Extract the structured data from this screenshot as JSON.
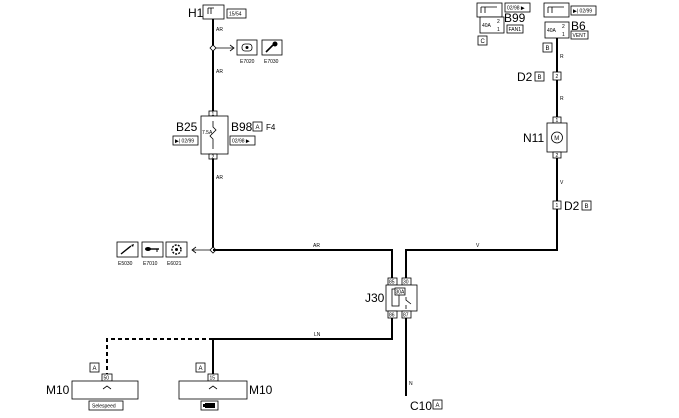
{
  "components": {
    "h1": {
      "name": "H1",
      "pin": "15/54"
    },
    "b99": {
      "name": "B99",
      "note": "02/98 ▶",
      "fuse": "40A",
      "sub": "FAN1",
      "tag": "C",
      "pin_top": "2",
      "pin_bot": "1"
    },
    "b6": {
      "name": "B6",
      "note": "▶| 02/99",
      "fuse": "40A",
      "sub": "VENT",
      "tag": "B",
      "pin_top": "2",
      "pin_bot": "1"
    },
    "d2_top": {
      "name": "D2",
      "tag": "B",
      "pin": "2"
    },
    "n11": {
      "name": "N11",
      "pin_top": "1",
      "pin_bot": "2",
      "symbol": "M"
    },
    "d2_bot": {
      "name": "D2",
      "tag": "B",
      "pin": "1"
    },
    "b25": {
      "name": "B25",
      "note": "▶| 02/99"
    },
    "b98": {
      "name": "B98",
      "tag": "A",
      "extra": "F4",
      "note": "02/98 ▶",
      "rating": "7.5A",
      "pin_top": "1",
      "pin_bot": "2"
    },
    "j30": {
      "name": "J30",
      "pins": {
        "p85": "85",
        "p30": "30",
        "p86": "86",
        "p87": "87"
      },
      "rating": "30A"
    },
    "c10": {
      "name": "C10",
      "tag": "A"
    },
    "m10_left": {
      "name": "M10",
      "tag": "A",
      "pin": "50",
      "caption": "Selespeed"
    },
    "m10_right": {
      "name": "M10",
      "tag": "A",
      "pin": "15"
    }
  },
  "wires": {
    "ar1": "AR",
    "ar2": "AR",
    "ar3": "AR",
    "ar4": "AR",
    "v1": "V",
    "v2": "V",
    "r1": "R",
    "r2": "R",
    "ln": "LN",
    "n": "N"
  },
  "refs": {
    "e7020": "E7020",
    "e7030": "E7030",
    "e5030": "E5030",
    "e7010": "E7010",
    "e6021": "E6021"
  },
  "icons": {
    "e7020": "speaker-icon",
    "e7030": "wrench-icon",
    "e5030": "pen-icon",
    "e7010": "key-icon",
    "e6021": "gear-icon",
    "m10_right": "battery-icon"
  }
}
